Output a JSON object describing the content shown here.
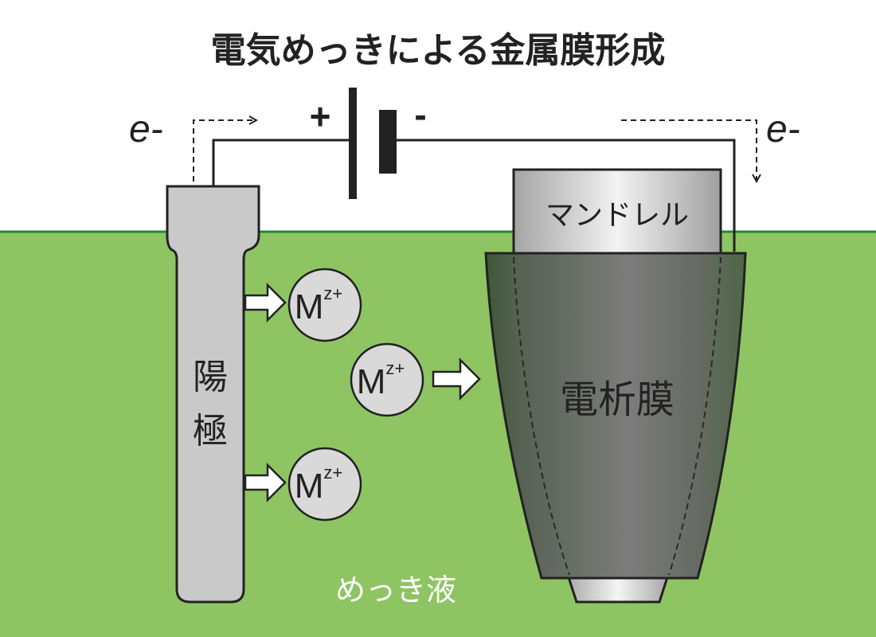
{
  "title": "電気めっきによる金属膜形成",
  "electron_left": "e-",
  "electron_right": "e-",
  "battery": {
    "plus": "+",
    "minus": "-"
  },
  "anode_label": [
    "陽",
    "極"
  ],
  "mandrel_label": "マンドレル",
  "deposit_label": "電析膜",
  "solution_label": "めっき液",
  "ion": {
    "symbol": "M",
    "charge": "z+"
  },
  "colors": {
    "solution": "#8ec462",
    "solution_line": "#1e8a3e",
    "anode": "#c9c9c9",
    "ion_fill": "#d9d9d9",
    "deposit": "#5a5e55",
    "solution_label": "#ffffff"
  }
}
